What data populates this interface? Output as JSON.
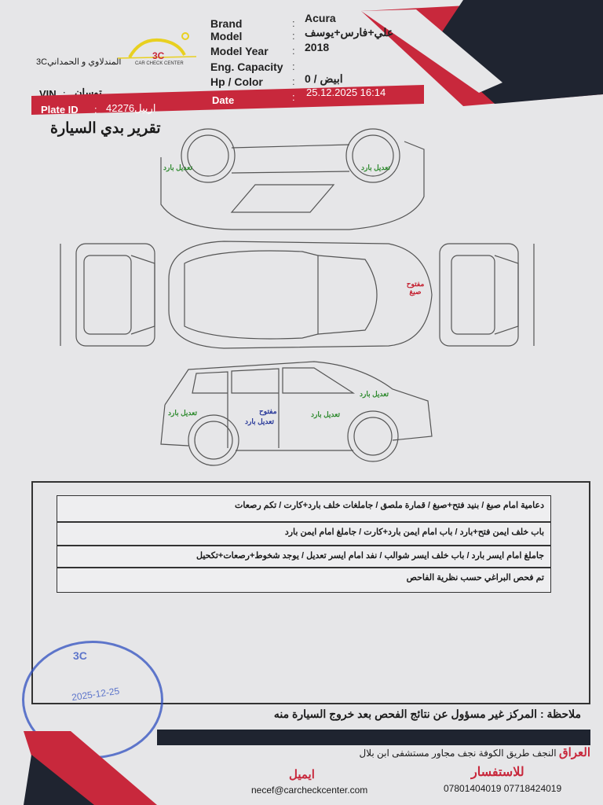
{
  "header": {
    "company_name": "المندلاوي و الحمداني3C",
    "logo_text": "3C",
    "logo_subtext": "CAR CHECK CENTER",
    "fields": [
      {
        "label": "Brand",
        "value": "Acura"
      },
      {
        "label": "Model",
        "value": "علي+فارس+يوسف"
      },
      {
        "label": "Model Year",
        "value": "2018"
      },
      {
        "label": "Eng. Capacity",
        "value": ""
      },
      {
        "label": "Hp / Color",
        "value": "0 / ابيض"
      }
    ],
    "vin_label": "VIN",
    "vin_value": "توسان",
    "plate_label": "Plate ID",
    "plate_value": "42276اربيل",
    "date_label": "Date",
    "date_value": "25.12.2025 16:14",
    "colon": ":"
  },
  "report_title": "تقرير بدي السيارة",
  "annotations": {
    "cold_repair": "تعديل بارد",
    "opened": "مفتوح",
    "opened_paint": "مفتوح صبغ"
  },
  "notes": [
    "دعامية امام صبغ / بنيد فتح+صبغ / قمارة ملصق / جاملغات خلف بارد+كارت / تكم رصعات",
    "باب خلف ايمن فتح+بارد / باب امام ايمن بارد+كارت / جاملغ امام ايمن بارد",
    "جاملغ امام ايسر بارد / باب خلف ايسر شوالب / نفد امام ايسر تعديل / يوجد شخوط+رصعات+تكحيل",
    "تم فحص البراغي حسب نظرية الفاحص"
  ],
  "stamp": {
    "text": "3C",
    "date": "2025-12-25"
  },
  "disclaimer": "ملاحظة : المركز غير مسؤول عن نتائج الفحص بعد خروج السيارة منه",
  "footer": {
    "country": "العراق",
    "address": "النجف طريق الكوفة نجف مجاور مستشفى ابن بلال",
    "inquiry_label": "للاستفسار",
    "phones": "07801404019 07718424019",
    "email_label": "ايميل",
    "email": "necef@carcheckcenter.com"
  },
  "colors": {
    "red": "#c8283c",
    "dark": "#1f2430",
    "logo": "#e8d020"
  }
}
